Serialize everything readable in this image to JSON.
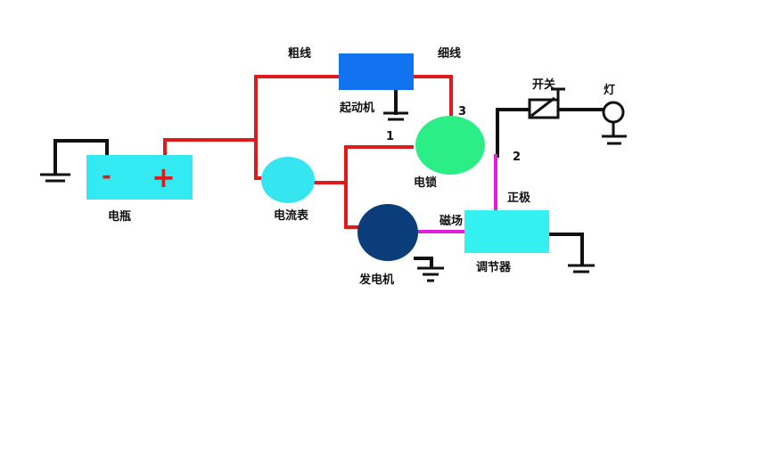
{
  "colors": {
    "wire_positive": "#e0191b",
    "wire_ground": "#111111",
    "wire_field": "#e020d8",
    "battery_fill": "#33eaf2",
    "ammeter_fill": "#35e6f0",
    "starter_fill": "#1173f0",
    "ignition_fill": "#2bef86",
    "generator_fill": "#0b3d7a",
    "regulator_fill": "#35f0f0"
  },
  "labels": {
    "battery": "电瓶",
    "battery_minus": "-",
    "battery_plus": "+",
    "ammeter": "电流表",
    "starter": "起动机",
    "thick_wire": "粗线",
    "thin_wire": "细线",
    "ignition_switch": "电锁",
    "terminal_1": "1",
    "terminal_2": "2",
    "terminal_3": "3",
    "generator": "发电机",
    "field": "磁场",
    "regulator": "调节器",
    "positive_terminal": "正极",
    "switch": "开关",
    "lamp": "灯"
  }
}
